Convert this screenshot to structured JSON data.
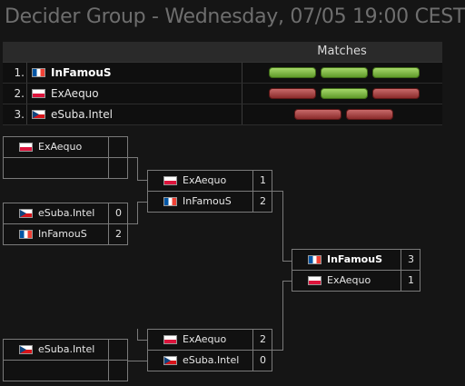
{
  "title": "Decider Group - Wednesday, 07/05 19:00 CEST",
  "standings": {
    "matches_header": "Matches",
    "rows": [
      {
        "rank": "1.",
        "team": "InFamouS",
        "flag": "fr",
        "bold": true,
        "results": [
          "win",
          "win",
          "win"
        ]
      },
      {
        "rank": "2.",
        "team": "ExAequo",
        "flag": "pl",
        "bold": false,
        "results": [
          "loss",
          "win",
          "loss"
        ]
      },
      {
        "rank": "3.",
        "team": "eSuba.Intel",
        "flag": "cz",
        "bold": false,
        "results": [
          "loss",
          "loss"
        ]
      }
    ]
  },
  "bracket": {
    "round1_match1": {
      "top": {
        "team": "ExAequo",
        "flag": "pl",
        "score": ""
      },
      "bottom": {
        "team": "",
        "flag": "",
        "score": ""
      }
    },
    "round1_match2": {
      "top": {
        "team": "eSuba.Intel",
        "flag": "cz",
        "score": "0"
      },
      "bottom": {
        "team": "InFamouS",
        "flag": "fr",
        "score": "2"
      }
    },
    "round1_match3": {
      "top": {
        "team": "eSuba.Intel",
        "flag": "cz",
        "score": ""
      },
      "bottom": {
        "team": "",
        "flag": "",
        "score": ""
      }
    },
    "round2_match1": {
      "top": {
        "team": "ExAequo",
        "flag": "pl",
        "score": "1"
      },
      "bottom": {
        "team": "InFamouS",
        "flag": "fr",
        "score": "2"
      }
    },
    "round2_match2": {
      "top": {
        "team": "ExAequo",
        "flag": "pl",
        "score": "2"
      },
      "bottom": {
        "team": "eSuba.Intel",
        "flag": "cz",
        "score": "0"
      }
    },
    "final": {
      "top": {
        "team": "InFamouS",
        "flag": "fr",
        "score": "3"
      },
      "bottom": {
        "team": "ExAequo",
        "flag": "pl",
        "score": "1"
      }
    }
  },
  "colors": {
    "win": "#7fbf3a",
    "loss": "#a83a3a",
    "line": "#7a7a7a",
    "title": "#6e6e6e"
  }
}
